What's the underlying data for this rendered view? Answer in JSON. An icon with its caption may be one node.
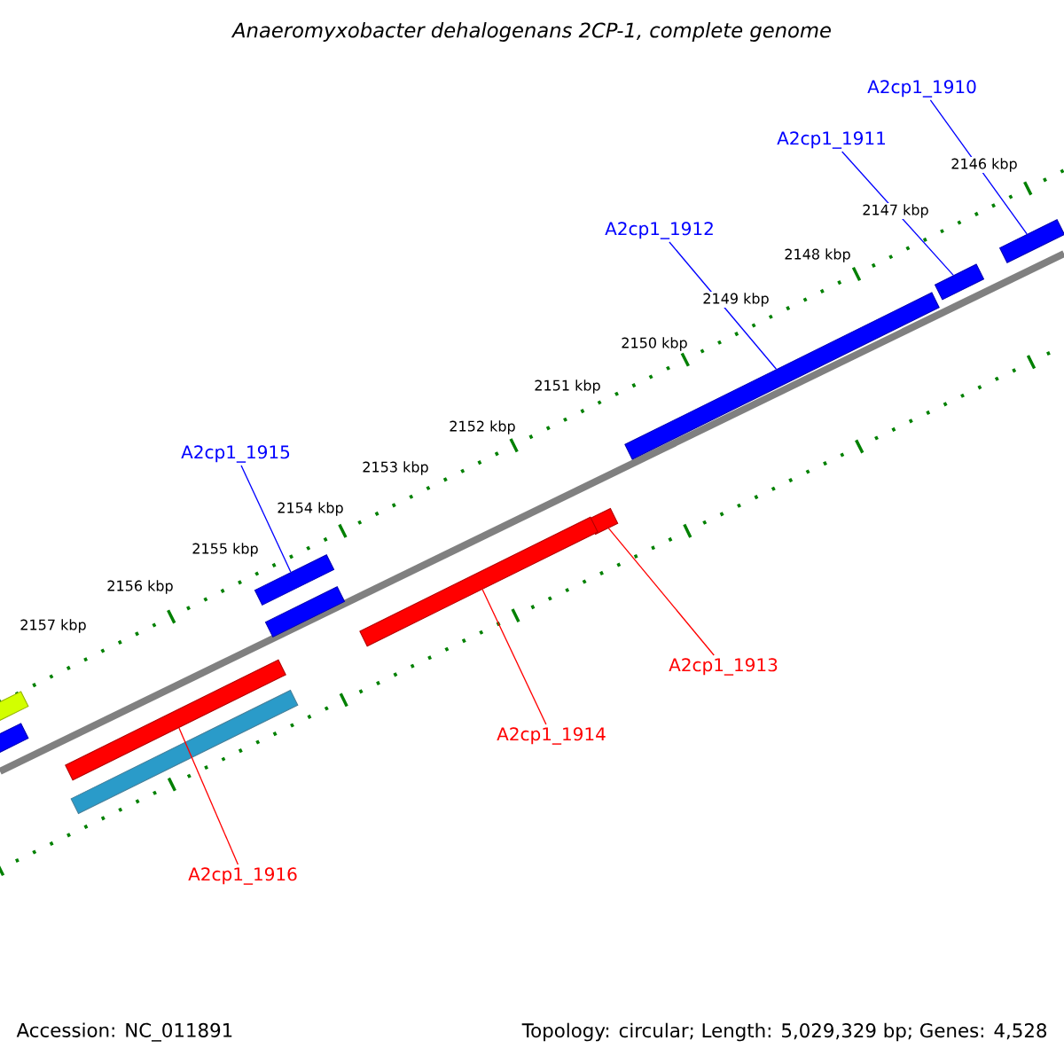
{
  "diagram": {
    "title": "*Anaeromyxobacter dehalogenans* 2CP-1, complete genome",
    "nodes": [
      {
        "text": [
          "A2cp1_1910"
        ]
      },
      {
        "text": [
          "A2cp1_1911"
        ]
      },
      {
        "text": [
          "A2cp1_1912"
        ]
      },
      {
        "text": [
          "A2cp1_1915"
        ]
      },
      {
        "text": [
          "A2cp1_1913"
        ]
      },
      {
        "text": [
          "A2cp1_1914"
        ]
      },
      {
        "text": [
          "A2cp1_1916"
        ]
      },
      {
        "text": [],
        "shape": "bar"
      },
      {
        "text": [],
        "shape": "bar"
      },
      {
        "text": [],
        "shape": "bar"
      },
      {
        "text": [],
        "shape": "bar"
      },
      {
        "text": [],
        "shape": "bar"
      },
      {
        "text": [],
        "shape": "bar"
      },
      {
        "text": [],
        "shape": "bar"
      },
      {
        "text": [],
        "shape": "bar"
      },
      {
        "text": [],
        "shape": "bar"
      },
      {
        "text": [],
        "shape": "bar"
      },
      {
        "text": [],
        "shape": "bar"
      }
    ],
    "edges": [
      {
        "from": 0,
        "to": 7,
        "arrow": "none"
      },
      {
        "from": 1,
        "to": 8,
        "arrow": "none"
      },
      {
        "from": 2,
        "to": 9,
        "arrow": "none"
      },
      {
        "from": 3,
        "to": 10,
        "arrow": "none"
      },
      {
        "from": 4,
        "to": 12,
        "arrow": "none",
        "color": "#ff0000"
      },
      {
        "from": 5,
        "to": 13,
        "arrow": "none",
        "color": "#ff0000"
      },
      {
        "from": 6,
        "to": 14,
        "arrow": "none",
        "color": "#ff0000"
      }
    ],
    "labels": [
      "2146 kbp",
      "2147 kbp",
      "2148 kbp",
      "2149 kbp",
      "2150 kbp",
      "2151 kbp",
      "2152 kbp",
      "2153 kbp",
      "2154 kbp",
      "2155 kbp",
      "2156 kbp",
      "2157 kbp",
      "Accession: NC_011891",
      "Topology: circular; Length: 5,029,329 bp; Genes: 4,528"
    ]
  }
}
